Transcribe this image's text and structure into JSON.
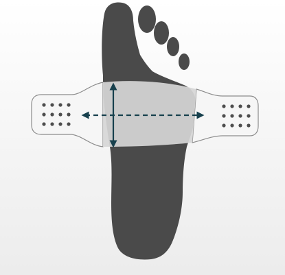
{
  "colors": {
    "background_top": "#ffffff",
    "background_bottom": "#ececec",
    "foot": "#4a4a4a",
    "strap": "#f6f6f6",
    "strap_outline": "#8c8c8c",
    "strap_overlay": "#d6d6d6",
    "dots": "#4d4d4d",
    "arrows": "#17404d"
  },
  "icons": {
    "foot": "foot-sole-silhouette",
    "strap": "adjustable-strap",
    "horizontal_arrow": "double-headed-dashed-arrow",
    "vertical_arrow": "double-headed-arrow"
  },
  "strap": {
    "left_dot_grid": {
      "rows": 3,
      "cols": 4
    },
    "right_dot_grid": {
      "rows": 3,
      "cols": 4
    }
  }
}
